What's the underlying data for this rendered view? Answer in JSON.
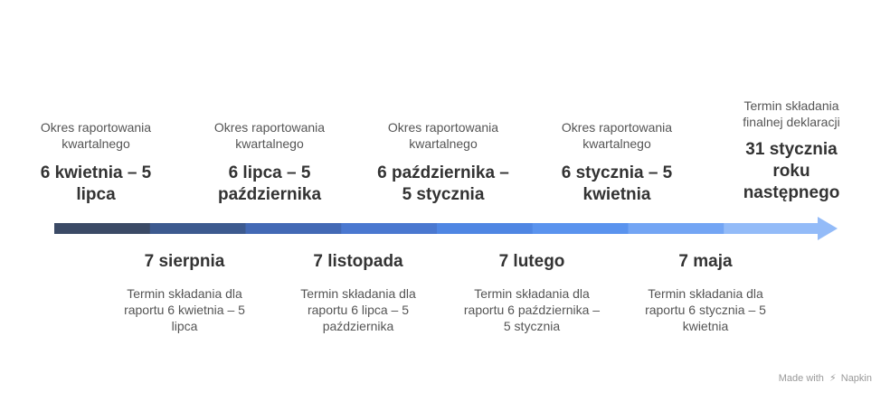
{
  "top_events": [
    {
      "caption": "Okres raportowania kwartalnego",
      "date": "6 kwietnia – 5 lipca"
    },
    {
      "caption": "Okres raportowania kwartalnego",
      "date": "6 lipca – 5 października"
    },
    {
      "caption": "Okres raportowania kwartalnego",
      "date": "6 października – 5 stycznia"
    },
    {
      "caption": "Okres raportowania kwartalnego",
      "date": "6 stycznia – 5 kwietnia"
    },
    {
      "caption": "Termin składania finalnej deklaracji",
      "date": "31 stycznia roku następnego"
    }
  ],
  "bottom_events": [
    {
      "date": "7 sierpnia",
      "caption": "Termin składania dla raportu 6 kwietnia – 5 lipca"
    },
    {
      "date": "7 listopada",
      "caption": "Termin składania dla raportu 6 lipca – 5 października"
    },
    {
      "date": "7 lutego",
      "caption": "Termin składania dla raportu 6 października – 5 stycznia"
    },
    {
      "date": "7 maja",
      "caption": "Termin składania dla raportu 6 stycznia – 5 kwietnia"
    }
  ],
  "timeline": {
    "segment_colors": [
      "#3b4a66",
      "#3d5a8f",
      "#4369b5",
      "#4a78d0",
      "#4f86e3",
      "#5a93ee",
      "#73a5f4",
      "#93bbf8"
    ],
    "arrow_color": "#93bbf8"
  },
  "watermark": {
    "prefix": "Made with",
    "logo": "⚡",
    "brand": "Napkin"
  }
}
